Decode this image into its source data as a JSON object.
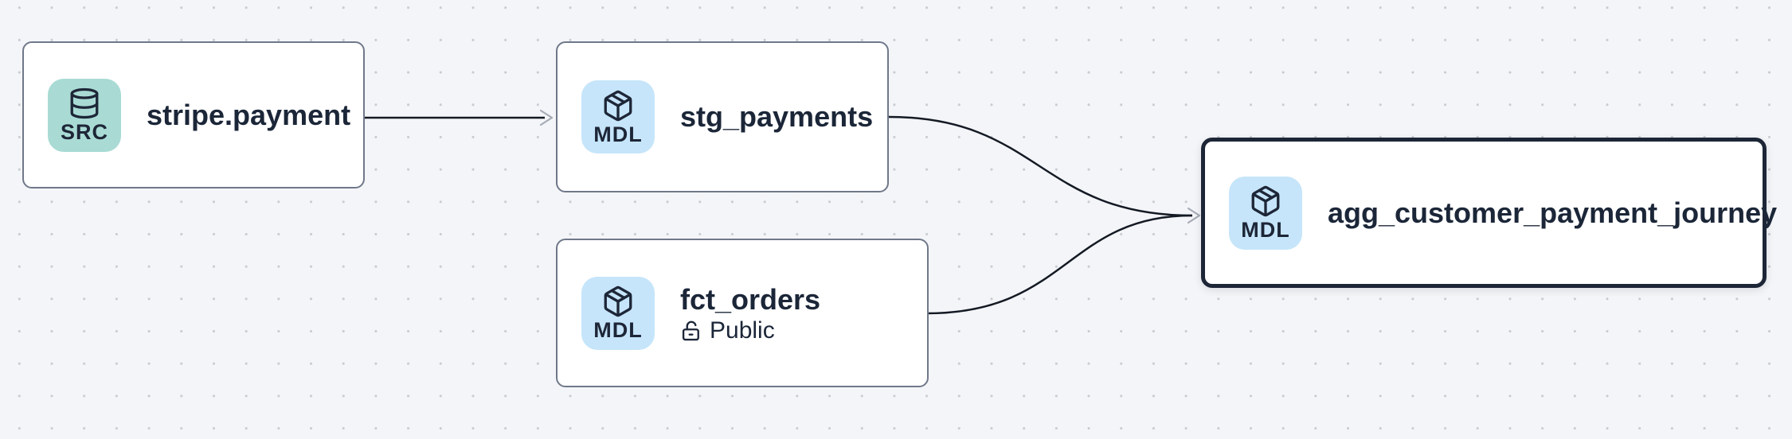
{
  "canvas": {
    "background_color": "#f4f5f8",
    "dot_color": "#c9ccd3",
    "edge_color": "#141a24",
    "arrowhead_color": "#a6abb5",
    "node_border_color": "#6f7889",
    "selected_node_border_color": "#1d2637"
  },
  "nodes": [
    {
      "id": "stripe.payment",
      "label": "stripe.payment",
      "badge": "SRC",
      "icon": "database-icon",
      "badge_color": "#a9dbd4",
      "selected": false
    },
    {
      "id": "stg_payments",
      "label": "stg_payments",
      "badge": "MDL",
      "icon": "cube-icon",
      "badge_color": "#c6e5fa",
      "selected": false
    },
    {
      "id": "fct_orders",
      "label": "fct_orders",
      "badge": "MDL",
      "icon": "cube-icon",
      "badge_color": "#c6e5fa",
      "access": "Public",
      "selected": false
    },
    {
      "id": "agg_customer_payment_journey",
      "label": "agg_customer_payment_journey",
      "badge": "MDL",
      "icon": "cube-icon",
      "badge_color": "#c6e5fa",
      "selected": true
    }
  ],
  "edges": [
    {
      "source": "stripe.payment",
      "target": "stg_payments"
    },
    {
      "source": "stg_payments",
      "target": "agg_customer_payment_journey"
    },
    {
      "source": "fct_orders",
      "target": "agg_customer_payment_journey"
    }
  ]
}
